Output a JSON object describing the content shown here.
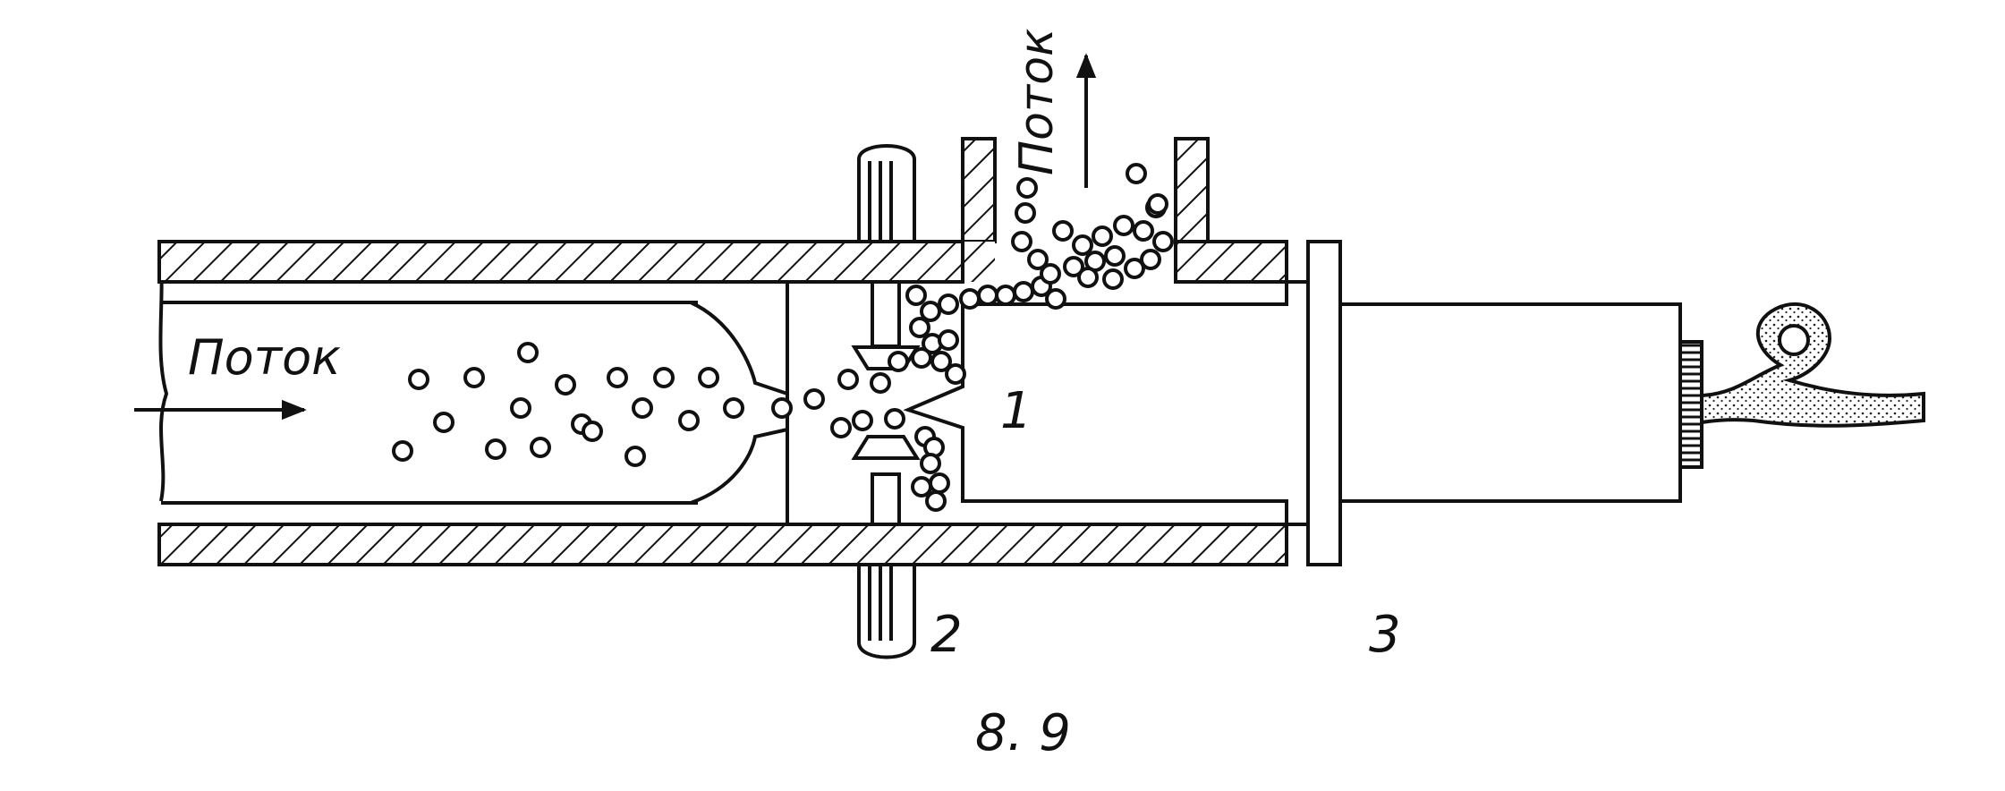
{
  "labels": {
    "flow_in": "Поток",
    "flow_out": "Поток",
    "num_1": "1",
    "num_2": "2",
    "num_3": "3",
    "figure": "8. 9"
  },
  "colors": {
    "ink": "#111111",
    "paper": "#ffffff"
  },
  "particle_regions": [
    "inlet-chamber",
    "nozzle-jet",
    "gap-zone",
    "outlet-duct"
  ]
}
